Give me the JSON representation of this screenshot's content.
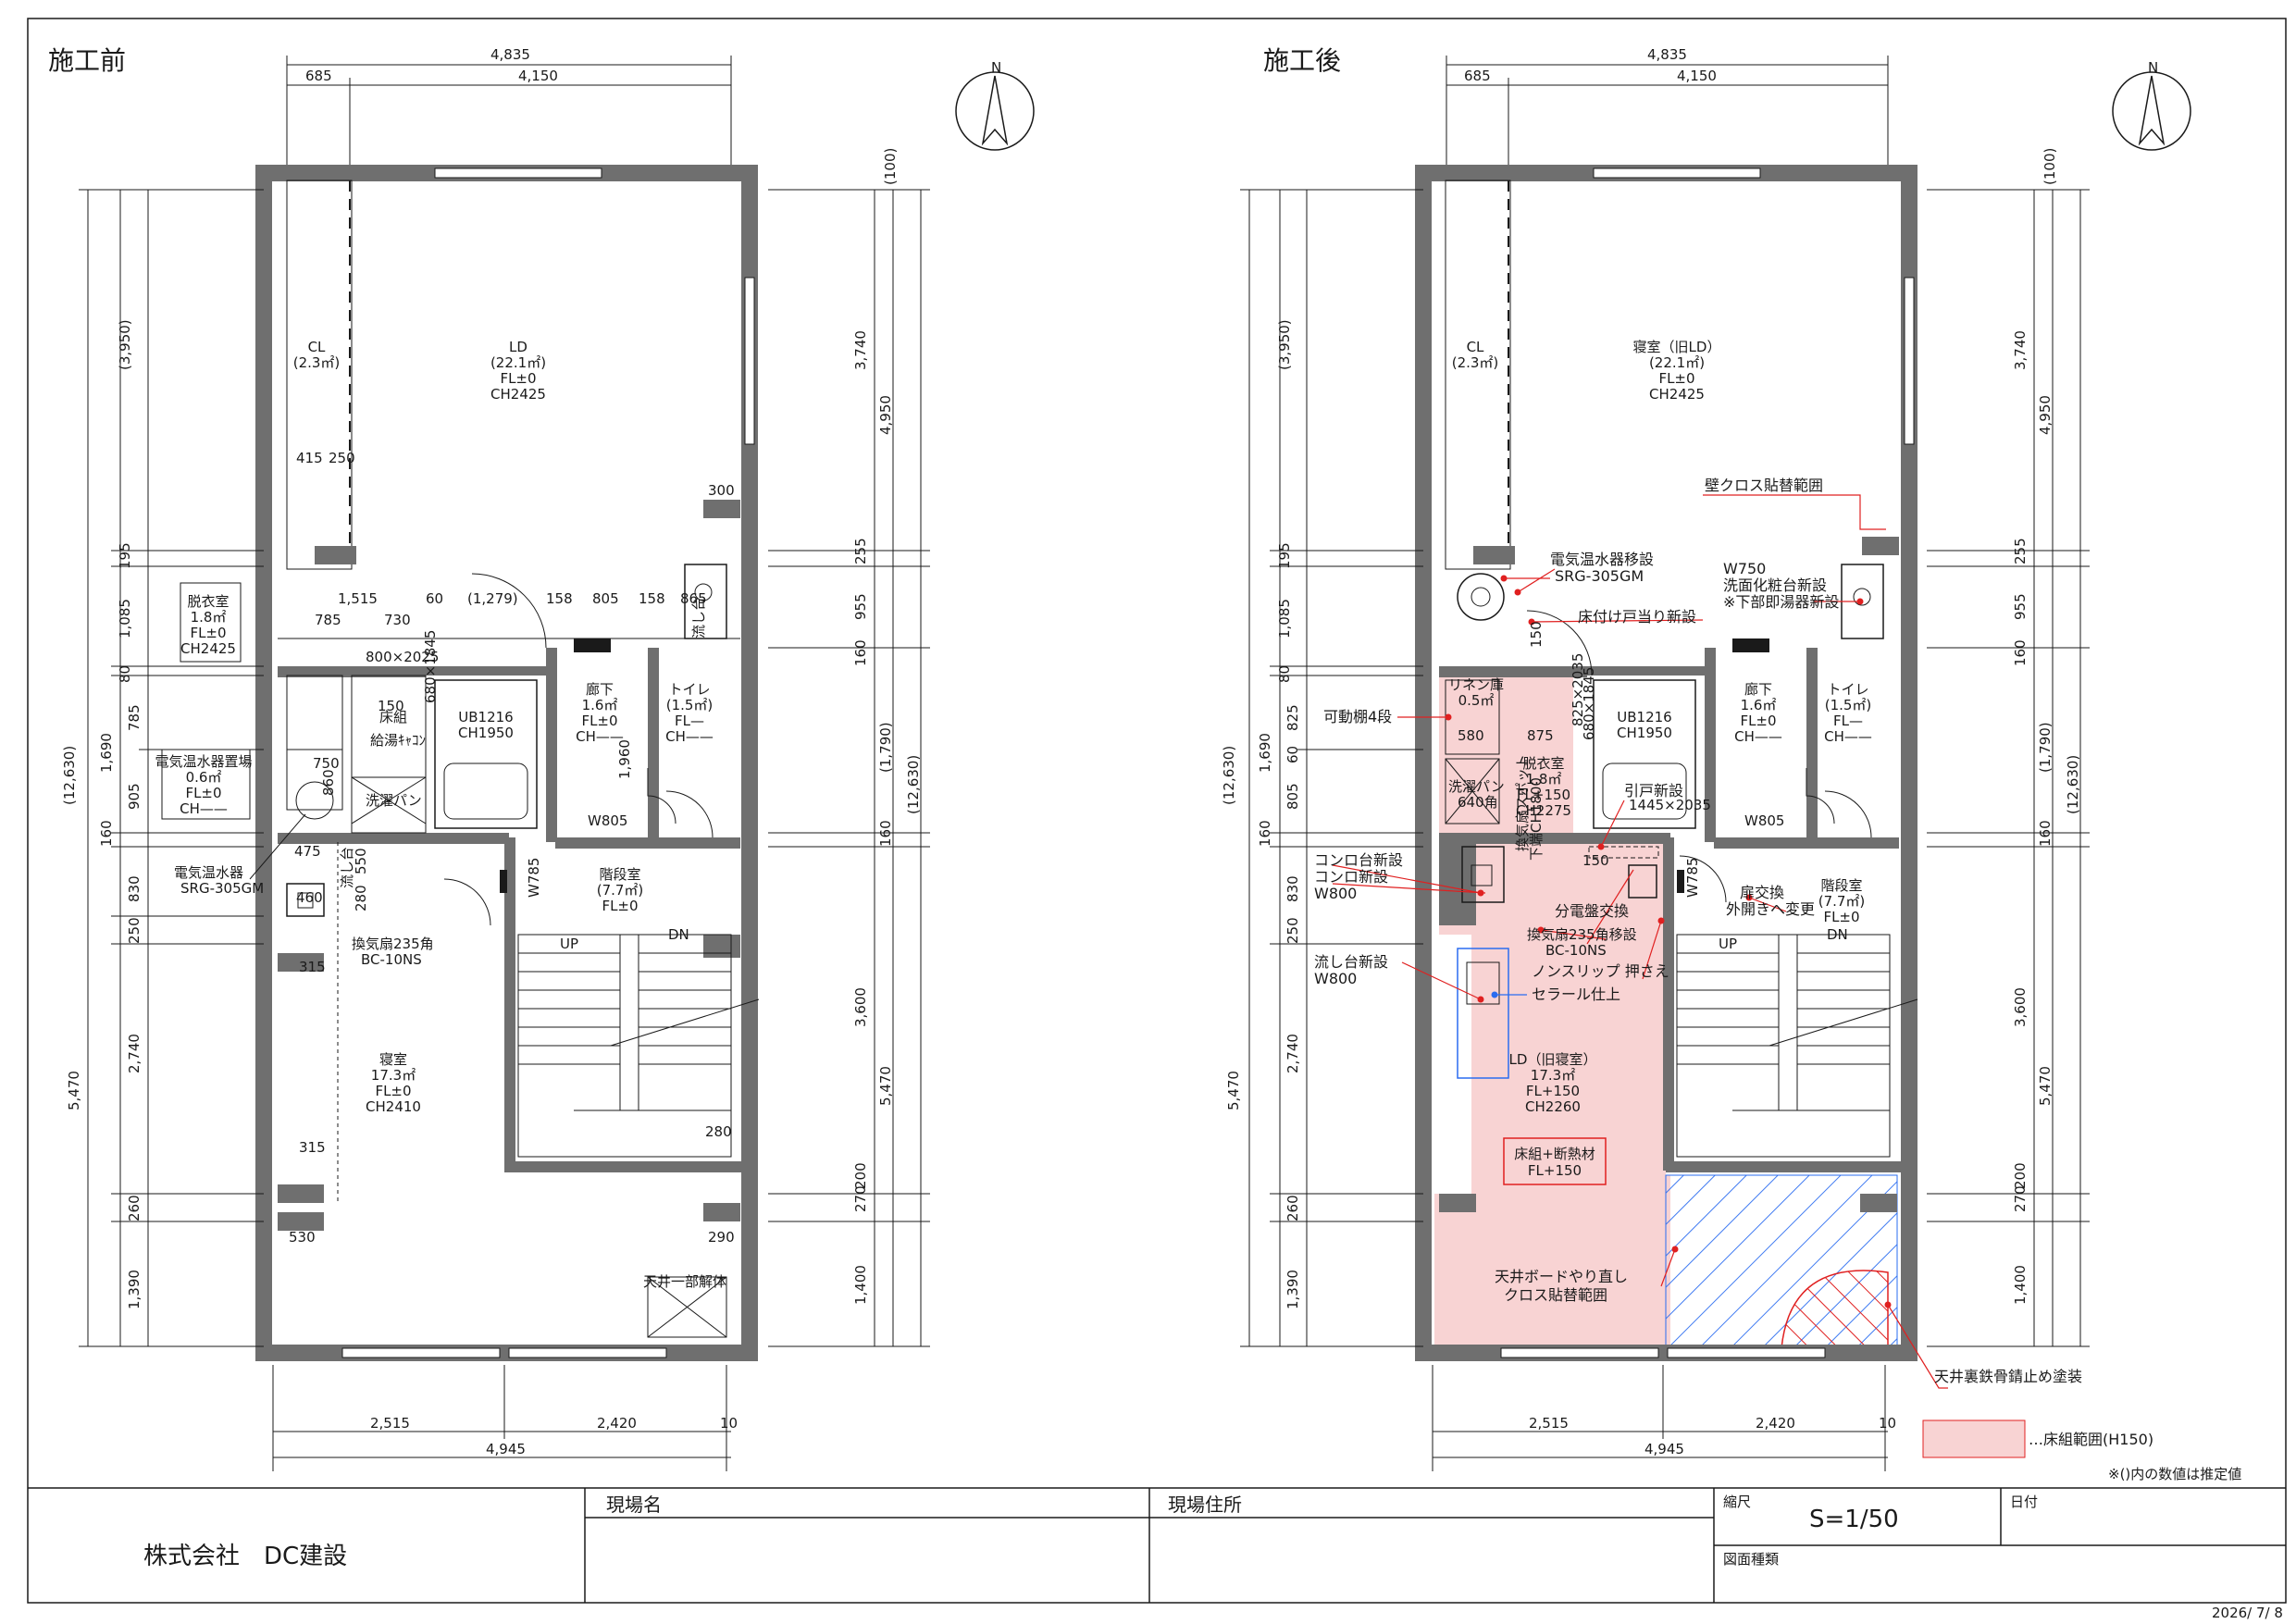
{
  "before": {
    "title": "施工前",
    "top_dims": [
      "4,835",
      "685",
      "4,150"
    ],
    "bottom_dims": [
      "2,515",
      "2,420",
      "10",
      "4,945"
    ],
    "left_dims": [
      "(3,950)",
      "195",
      "1,085",
      "80",
      "785",
      "1,690",
      "905",
      "160",
      "830",
      "250",
      "5,470",
      "2,740",
      "260",
      "1,390",
      "(12,630)"
    ],
    "right_dims": [
      "(100)",
      "3,740",
      "4,950",
      "255",
      "955",
      "160",
      "(1,790)",
      "(12,630)",
      "160",
      "3,600",
      "5,470",
      "270",
      "200",
      "1,400"
    ],
    "inner_dims": [
      "1,515",
      "60",
      "(1,279)",
      "158",
      "805",
      "158",
      "785",
      "730",
      "415",
      "250",
      "300",
      "865",
      "475",
      "550",
      "280",
      "460",
      "315",
      "315",
      "530",
      "280",
      "290",
      "750",
      "860",
      "150",
      "W805",
      "W785",
      "1,960"
    ],
    "rooms": {
      "ld": [
        "LD",
        "(22.1㎡)",
        "FL±0",
        "CH2425"
      ],
      "cl": [
        "CL",
        "(2.3㎡)"
      ],
      "datsui": [
        "脱衣室",
        "1.8㎡",
        "FL±0",
        "CH2425"
      ],
      "denki_space": [
        "電気温水器置場",
        "0.6㎡",
        "FL±0",
        "CH——"
      ],
      "ub": [
        "UB1216",
        "CH1950"
      ],
      "rouka": [
        "廊下",
        "1.6㎡",
        "FL±0",
        "CH——"
      ],
      "toilet": [
        "トイレ",
        "(1.5㎡)",
        "FL—",
        "CH——"
      ],
      "kaidan": [
        "階段室",
        "(7.7㎡)",
        "FL±0"
      ],
      "shinshitsu": [
        "寝室",
        "17.3㎡",
        "FL±0",
        "CH2410"
      ]
    },
    "notes": {
      "heater": "電気温水器",
      "heater_model": "SRG-305GM",
      "fan": "換気扇235角",
      "fan_model": "BC-10NS",
      "sink": "流し台",
      "sink2": "流し台",
      "ceiling_demo": "天井一部解体",
      "floor_frame": "床組",
      "water_heater": "給湯ｷｬｺﾝ",
      "wash_pan": "洗濯パン",
      "door_size": "800×2025",
      "door_size2": "680×1845",
      "up": "UP",
      "dn": "DN"
    }
  },
  "after": {
    "title": "施工後",
    "top_dims": [
      "4,835",
      "685",
      "4,150"
    ],
    "bottom_dims": [
      "2,515",
      "2,420",
      "10",
      "4,945"
    ],
    "left_dims": [
      "(3,950)",
      "195",
      "1,085",
      "80",
      "825",
      "1,690",
      "60",
      "805",
      "160",
      "830",
      "250",
      "5,470",
      "2,740",
      "260",
      "1,390",
      "(12,630)"
    ],
    "right_dims": [
      "(100)",
      "3,740",
      "4,950",
      "255",
      "955",
      "160",
      "(1,790)",
      "(12,630)",
      "160",
      "3,600",
      "5,470",
      "270",
      "200",
      "1,400"
    ],
    "inner_dims": [
      "580",
      "875",
      "825×2035",
      "680×1845",
      "150",
      "150",
      "W805",
      "W785",
      "1445×2035"
    ],
    "rooms": {
      "bedroom": [
        "寝室（旧LD）",
        "(22.1㎡)",
        "FL±0",
        "CH2425"
      ],
      "cl": [
        "CL",
        "(2.3㎡)"
      ],
      "linen": [
        "リネン庫",
        "0.5㎡"
      ],
      "datsui": [
        "脱衣室",
        "1.8㎡",
        "FL+150",
        "CH2275"
      ],
      "ub": [
        "UB1216",
        "CH1950"
      ],
      "rouka": [
        "廊下",
        "1.6㎡",
        "FL±0",
        "CH——"
      ],
      "toilet": [
        "トイレ",
        "(1.5㎡)",
        "FL—",
        "CH——"
      ],
      "kaidan": [
        "階段室",
        "(7.7㎡)",
        "FL±0"
      ],
      "ld": [
        "LD（旧寝室）",
        "17.3㎡",
        "FL+150",
        "CH2260"
      ]
    },
    "notes": {
      "wall_cloth": "壁クロス貼替範囲",
      "heater_move": "電気温水器移設",
      "heater_model": "SRG-305GM",
      "door_stop": "床付け戸当り新設",
      "vanity_w": "W750",
      "vanity": "洗面化粧台新設",
      "vanity_sub": "※下部即湯器新設",
      "shelf": "可動棚4段",
      "wash_pan": "洗濯パン",
      "wash_pan_size": "640角",
      "sliding_door": "引戸新設",
      "stove_base": "コンロ台新設",
      "stove": "コンロ新設",
      "stove_w": "W800",
      "panel": "分電盤交換",
      "door_change": "扉交換",
      "door_change2": "外開きへ変更",
      "fan_move": "換気扇235角移設",
      "fan_model": "BC-10NS",
      "nonslip": "ノンスリップ 押さえ",
      "sink_new": "流し台新設",
      "sink_w": "W800",
      "ceramic": "セラール仕上",
      "floor_insul": "床組+断熱材",
      "floor_insul_fl": "FL+150",
      "ceiling_redo": "天井ボードやり直し",
      "ceiling_redo2": "クロス貼替範囲",
      "rust": "天井裏鉄骨錆止め塗装",
      "spot": "換気扇スポット",
      "spot2": "下端CH1800",
      "up": "UP",
      "dn": "DN"
    }
  },
  "legend": {
    "color": "#f8d3d3",
    "label": "…床組範囲(H150)",
    "note": "※()内の数値は推定値"
  },
  "title_block": {
    "company": "株式会社　DC建設",
    "site_name_label": "現場名",
    "site_address_label": "現場住所",
    "scale_label": "縮尺",
    "scale_value": "S=1/50",
    "date_label": "日付",
    "drawing_type_label": "図面種類",
    "print_date": "2026/ 7/ 8"
  },
  "compass_label": "N",
  "colors": {
    "wall": "#6f6f6f",
    "pink_fill": "#f8d3d3",
    "red": "#e02020",
    "blue": "#2a6cf0",
    "line": "#1a1a1a"
  }
}
